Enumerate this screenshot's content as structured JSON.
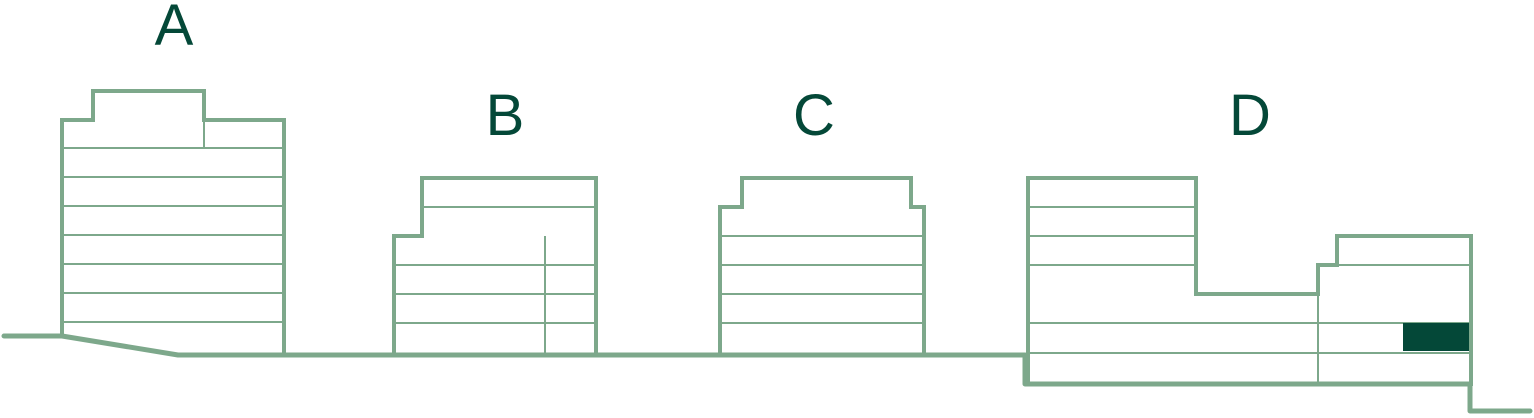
{
  "buildings": [
    {
      "id": "A",
      "label": "A"
    },
    {
      "id": "B",
      "label": "B"
    },
    {
      "id": "C",
      "label": "C"
    },
    {
      "id": "D",
      "label": "D"
    }
  ],
  "colors": {
    "outline": "#7da88b",
    "label": "#044838",
    "highlight": "#044838"
  },
  "highlighted_unit": {
    "building": "D"
  }
}
